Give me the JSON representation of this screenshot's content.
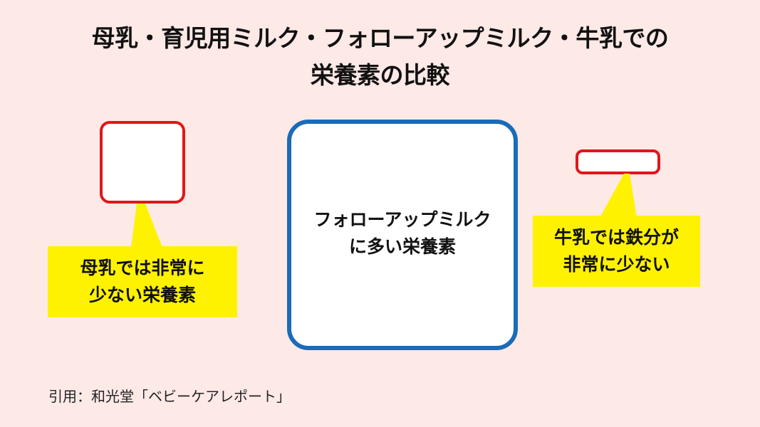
{
  "title": {
    "line1": "母乳・育児用ミルク・フォローアップミルク・牛乳での",
    "line2": "栄養素の比較"
  },
  "center_box": {
    "line1": "フォローアップミルク",
    "line2": "に多い栄養素"
  },
  "left_callout": {
    "line1": "母乳では非常に",
    "line2": "少ない栄養素"
  },
  "right_callout": {
    "line1": "牛乳では鉄分が",
    "line2": "非常に少ない"
  },
  "citation": "引用：和光堂「ベビーケアレポート」",
  "colors": {
    "background": "#fde9e6",
    "red_border": "#e0161b",
    "blue_border": "#1a6bb8",
    "callout_yellow": "#fff200"
  }
}
